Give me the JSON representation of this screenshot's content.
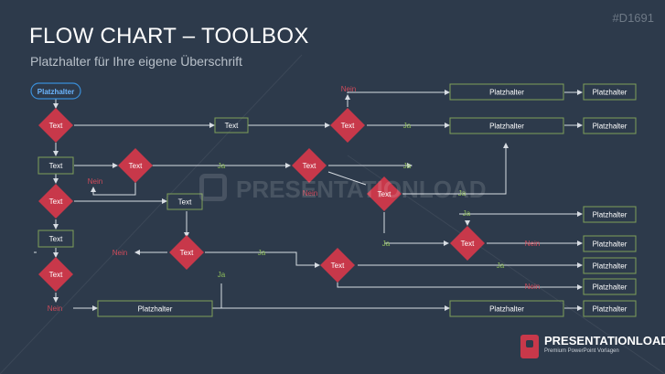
{
  "header": {
    "title": "FLOW CHART – TOOLBOX",
    "subtitle": "Platzhalter für Ihre eigene Überschrift",
    "code": "#D1691"
  },
  "watermark": {
    "text": "PRESENTATIONLOAD"
  },
  "brand": {
    "name": "PRESENTATIONLOAD",
    "registered": "®",
    "tagline": "Premium PowerPoint Vorlagen"
  },
  "colors": {
    "background": "#2d3a4b",
    "diamond": "#c8384a",
    "box_border": "#7fa05a",
    "start_border": "#3a8ed8",
    "start_text": "#6cb6ff",
    "yes": "#8fbf5a",
    "no": "#d04a5a",
    "line": "#d8dde3"
  },
  "start": {
    "label": "Platzhalter"
  },
  "boxes": [
    {
      "id": "b1",
      "label": "Text"
    },
    {
      "id": "b2",
      "label": "Text"
    },
    {
      "id": "b3",
      "label": "Text"
    },
    {
      "id": "b4",
      "label": "Text"
    },
    {
      "id": "b5",
      "label": "Platzhalter"
    },
    {
      "id": "b6",
      "label": "Platzhalter"
    },
    {
      "id": "b7",
      "label": "Platzhalter"
    },
    {
      "id": "b8",
      "label": "Platzhalter"
    },
    {
      "id": "b9",
      "label": "Platzhalter"
    },
    {
      "id": "b10",
      "label": "Platzhalter"
    },
    {
      "id": "b11",
      "label": "Platzhalter"
    },
    {
      "id": "b12",
      "label": "Platzhalter"
    },
    {
      "id": "b13",
      "label": "Platzhalter"
    },
    {
      "id": "b14",
      "label": "Platzhalter"
    },
    {
      "id": "b15",
      "label": "Platzhalter"
    },
    {
      "id": "b16",
      "label": "Platzhalter"
    }
  ],
  "diamonds": [
    {
      "id": "d1",
      "label": "Text"
    },
    {
      "id": "d2",
      "label": "Text"
    },
    {
      "id": "d3",
      "label": "Text"
    },
    {
      "id": "d4",
      "label": "Text"
    },
    {
      "id": "d5",
      "label": "Text"
    },
    {
      "id": "d6",
      "label": "Text"
    },
    {
      "id": "d7",
      "label": "Text"
    },
    {
      "id": "d8",
      "label": "Text"
    },
    {
      "id": "d9",
      "label": "Text"
    },
    {
      "id": "d10",
      "label": "Text"
    },
    {
      "id": "d11",
      "label": "Text"
    }
  ],
  "decisions": [
    {
      "id": "l1",
      "kind": "no",
      "text": "Nein"
    },
    {
      "id": "l2",
      "kind": "yes",
      "text": "Ja"
    },
    {
      "id": "l3",
      "kind": "yes",
      "text": "Ja"
    },
    {
      "id": "l4",
      "kind": "yes",
      "text": "Ja"
    },
    {
      "id": "l5",
      "kind": "no",
      "text": "Nein"
    },
    {
      "id": "l6",
      "kind": "no",
      "text": "Nein"
    },
    {
      "id": "l7",
      "kind": "yes",
      "text": "Ja"
    },
    {
      "id": "l8",
      "kind": "no",
      "text": "Nein"
    },
    {
      "id": "l9",
      "kind": "yes",
      "text": "Ja"
    },
    {
      "id": "l10",
      "kind": "yes",
      "text": "Ja"
    },
    {
      "id": "l11",
      "kind": "no",
      "text": "Nein"
    },
    {
      "id": "l12",
      "kind": "yes",
      "text": "Ja"
    },
    {
      "id": "l13",
      "kind": "yes",
      "text": "Ja"
    },
    {
      "id": "l14",
      "kind": "yes",
      "text": "Ja"
    },
    {
      "id": "l15",
      "kind": "no",
      "text": "Nein"
    },
    {
      "id": "l16",
      "kind": "no",
      "text": "Nein"
    }
  ]
}
